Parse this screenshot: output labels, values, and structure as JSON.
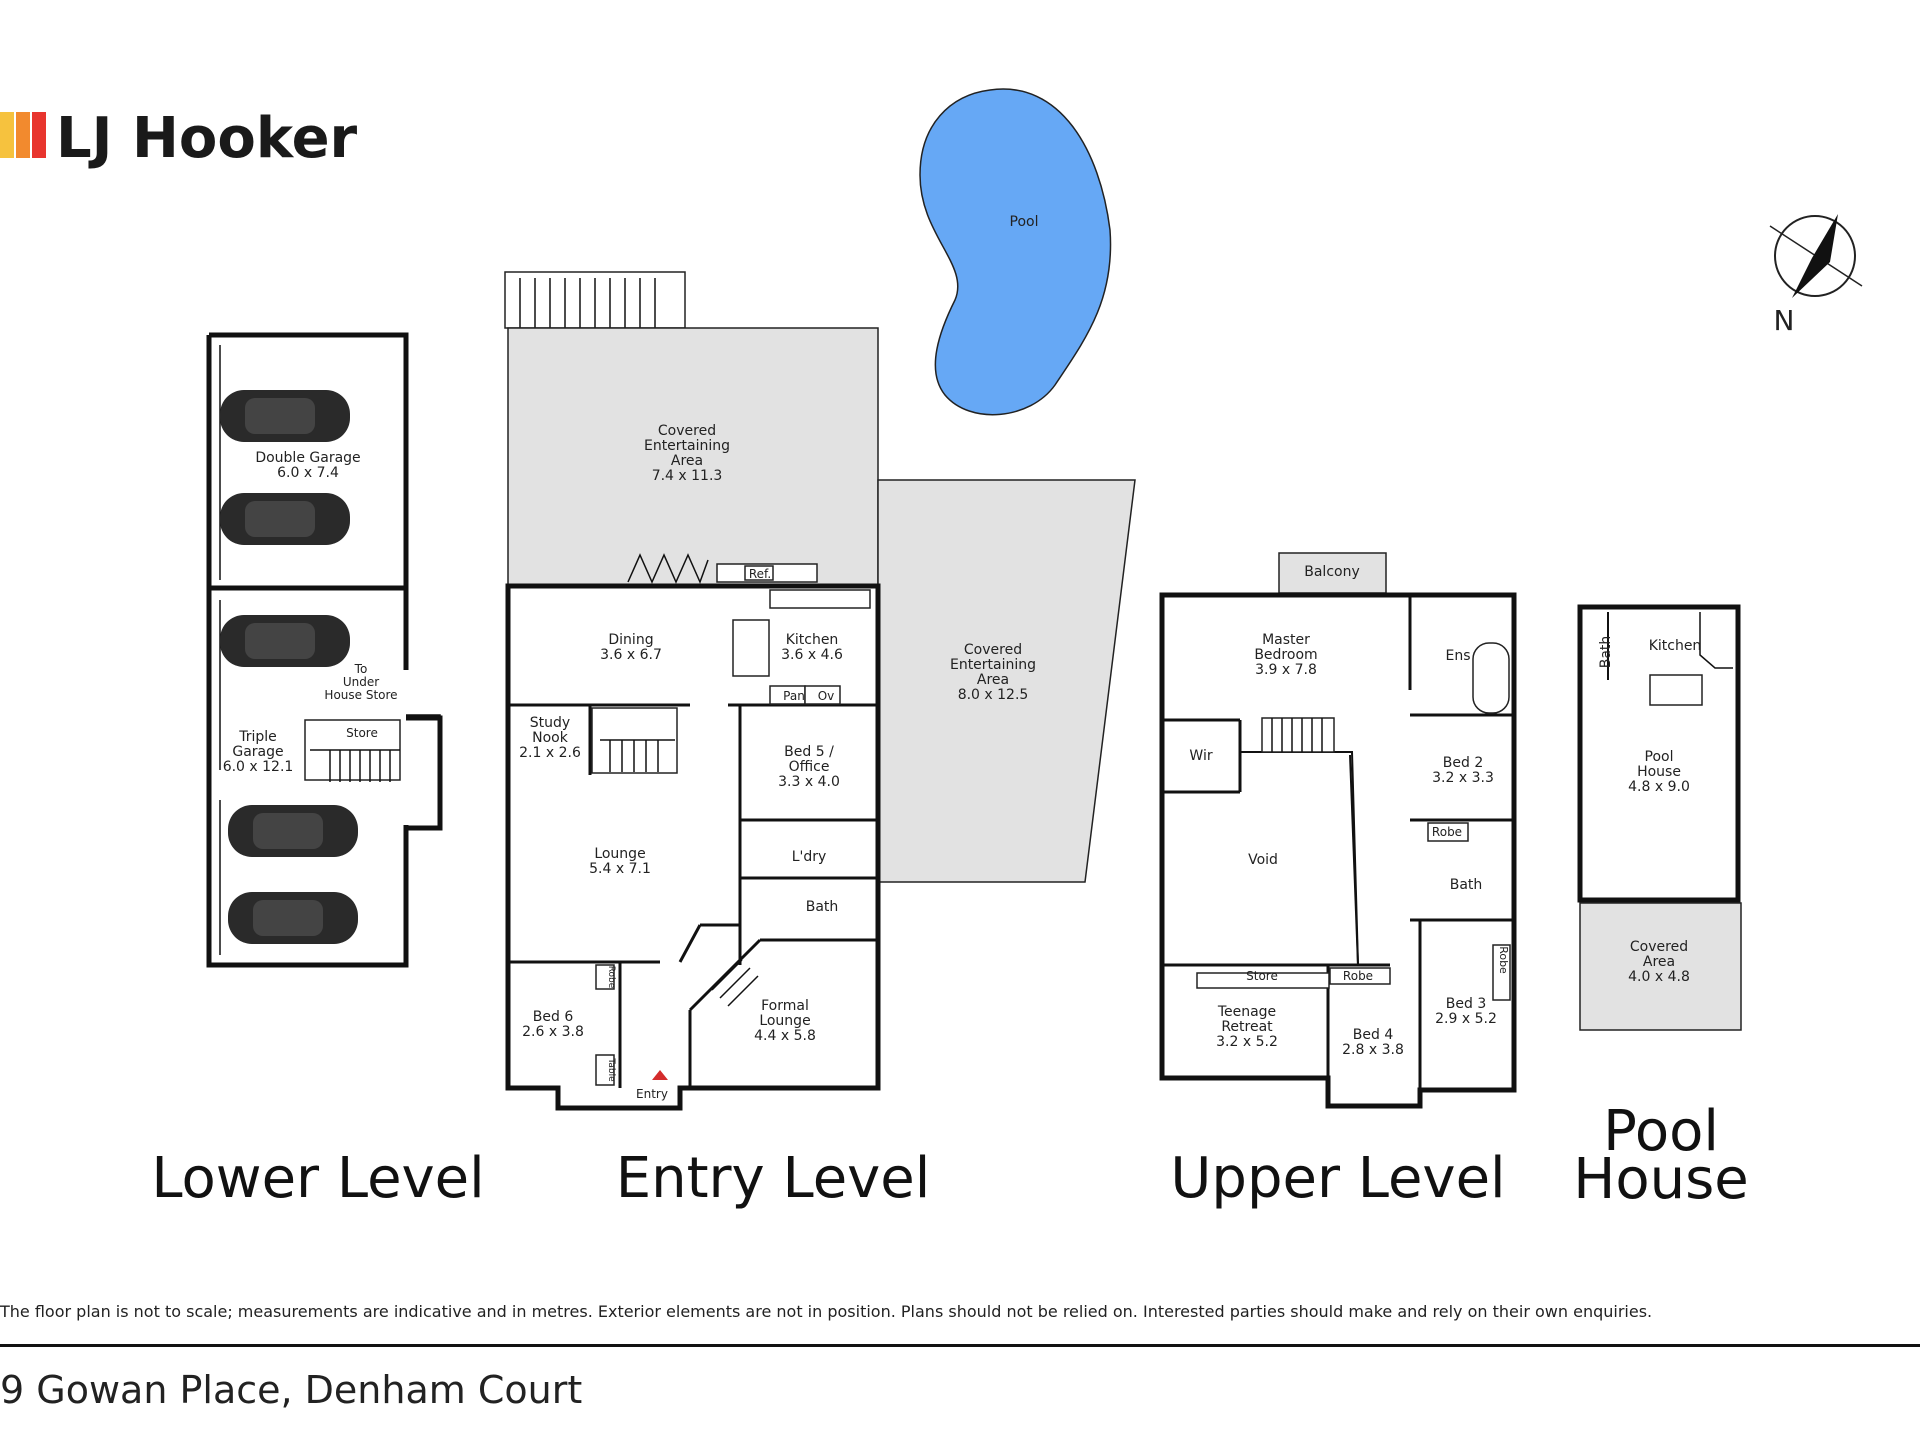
{
  "brand": {
    "name": "LJ Hooker",
    "stripe_colors": [
      "#f6c23e",
      "#f28a2e",
      "#e8352e"
    ]
  },
  "compass": {
    "label": "N"
  },
  "pool": {
    "label": "Pool",
    "color": "#66a8f5"
  },
  "levels": {
    "lower": "Lower Level",
    "entry": "Entry Level",
    "upper": "Upper Level",
    "pool_house_line1": "Pool",
    "pool_house_line2": "House"
  },
  "lower_rooms": {
    "double_garage": [
      "Double Garage",
      "6.0 x 7.4"
    ],
    "triple_garage": [
      "Triple",
      "Garage",
      "6.0 x 12.1"
    ],
    "under_house": [
      "To",
      "Under",
      "House Store"
    ],
    "store": "Store"
  },
  "entry_rooms": {
    "covered_ent_1": [
      "Covered",
      "Entertaining",
      "Area",
      "7.4 x 11.3"
    ],
    "covered_ent_2": [
      "Covered",
      "Entertaining",
      "Area",
      "8.0 x 12.5"
    ],
    "ref": "Ref.",
    "dining": [
      "Dining",
      "3.6 x 6.7"
    ],
    "kitchen": [
      "Kitchen",
      "3.6 x 4.6"
    ],
    "pan": "Pan",
    "ov": "Ov",
    "study": [
      "Study",
      "Nook",
      "2.1 x 2.6"
    ],
    "bed5": [
      "Bed 5 /",
      "Office",
      "3.3 x 4.0"
    ],
    "laundry": "L'dry",
    "lounge": [
      "Lounge",
      "5.4 x 7.1"
    ],
    "bath": "Bath",
    "bed6": [
      "Bed 6",
      "2.6 x 3.8"
    ],
    "robe": "Robe",
    "table": "Table",
    "entry": "Entry",
    "formal_lounge": [
      "Formal",
      "Lounge",
      "4.4 x 5.8"
    ]
  },
  "upper_rooms": {
    "balcony": "Balcony",
    "master": [
      "Master",
      "Bedroom",
      "3.9 x 7.8"
    ],
    "ens": "Ens",
    "wir": "Wir",
    "bed2": [
      "Bed 2",
      "3.2 x 3.3"
    ],
    "robe": "Robe",
    "void": "Void",
    "bath": "Bath",
    "store": "Store",
    "robe2": "Robe",
    "teen": [
      "Teenage",
      "Retreat",
      "3.2 x 5.2"
    ],
    "bed4": [
      "Bed 4",
      "2.8 x 3.8"
    ],
    "bed3": [
      "Bed 3",
      "2.9 x 5.2"
    ],
    "robe3": "Robe"
  },
  "pool_house_rooms": {
    "bath": "Bath",
    "kitchen": "Kitchen",
    "pool_house": [
      "Pool",
      "House",
      "4.8 x 9.0"
    ],
    "covered": [
      "Covered",
      "Area",
      "4.0 x 4.8"
    ]
  },
  "disclaimer": "The floor plan is not to scale; measurements are indicative and in metres. Exterior elements are not in position. Plans should not be relied on. Interested parties should make and rely on their own enquiries.",
  "address": "9 Gowan Place, Denham Court"
}
